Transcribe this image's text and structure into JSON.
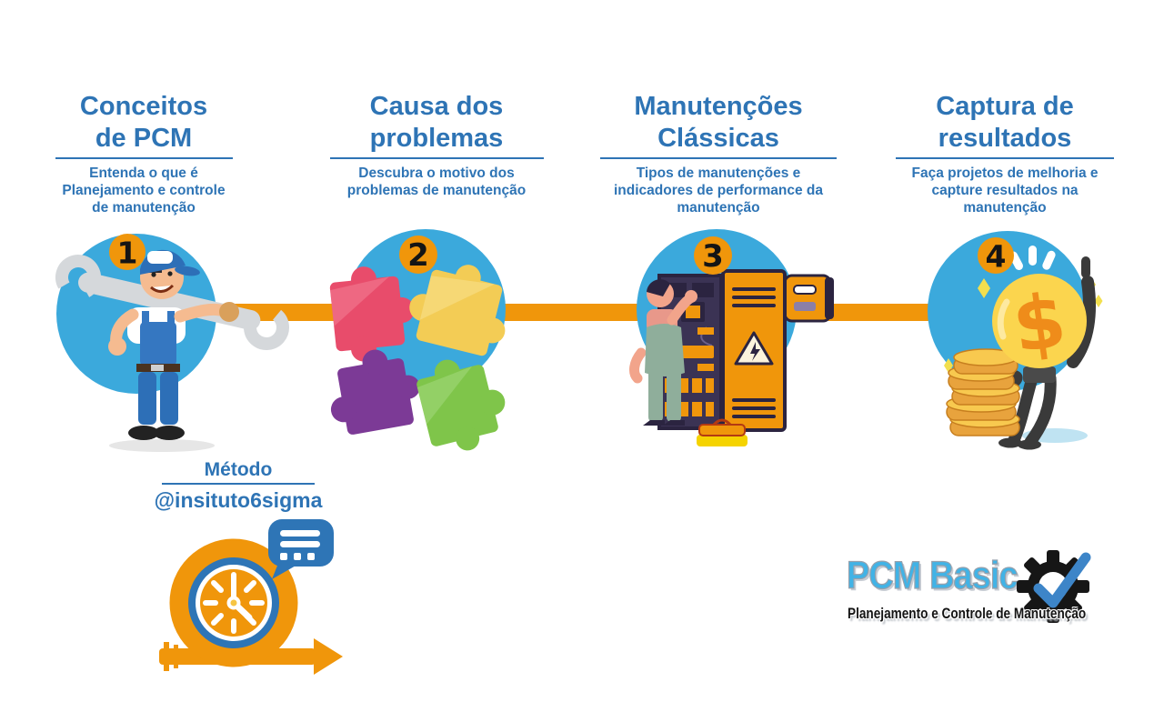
{
  "steps": [
    {
      "number": "1",
      "title": "Conceitos\nde PCM",
      "description": "Entenda o que é\nPlanejamento e controle\nde manutenção",
      "illustration": "mechanic-with-wrench"
    },
    {
      "number": "2",
      "title": "Causa dos\nproblemas",
      "description": "Descubra o motivo dos\nproblemas de manutenção",
      "illustration": "puzzle-pieces"
    },
    {
      "number": "3",
      "title": "Manutenções\nClássicas",
      "description": "Tipos de manutenções e\nindicadores de performance da\nmanutenção",
      "illustration": "electrician-electrical-panel"
    },
    {
      "number": "4",
      "title": "Captura de\nresultados",
      "description": "Faça projetos de melhoria e\ncapture resultados na\nmanutenção",
      "illustration": "money-lightbulb-coins",
      "symbol": "$"
    }
  ],
  "method": {
    "title": "Método",
    "handle": "@insituto6sigma",
    "icon": "agile-sprint-clock-icon"
  },
  "logo": {
    "name": "PCM Basic",
    "tagline": "Planejamento e Controle de Manutenção",
    "icon": "gear-check-icon"
  },
  "colors": {
    "heading_blue": "#2E74B5",
    "circle_blue": "#3BA9DC",
    "accent_orange": "#F0960B",
    "logo_blue": "#41B3E6",
    "puzzle_pink": "#E84C6B",
    "puzzle_yellow": "#F3CC55",
    "puzzle_purple": "#7C3A96",
    "puzzle_green": "#7FC54A"
  }
}
